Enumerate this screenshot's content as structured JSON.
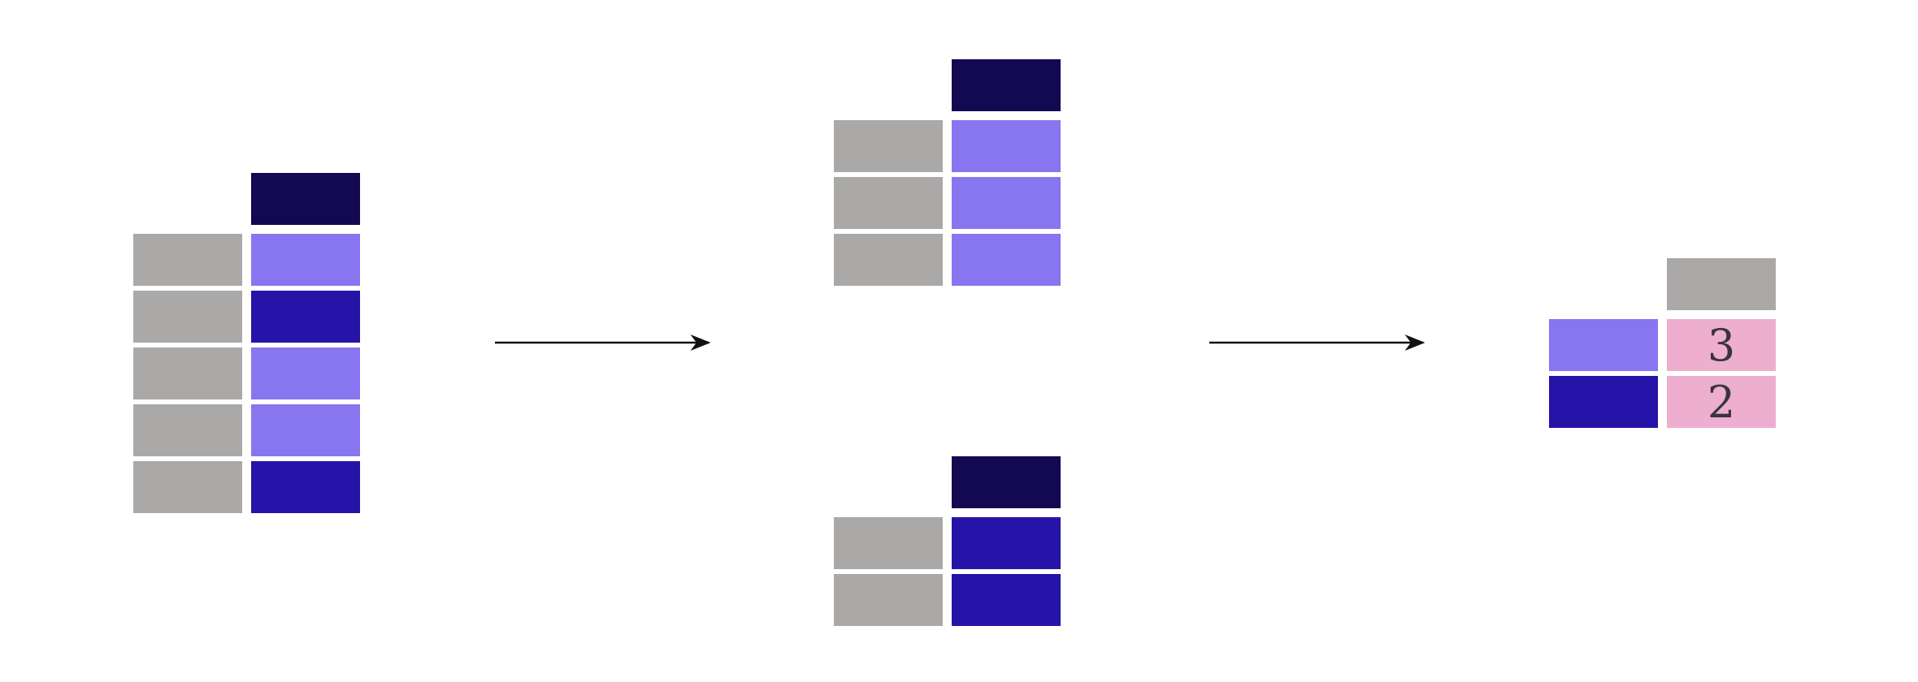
{
  "colors": {
    "header": "#130852",
    "key": "#aaa9a7",
    "value_light": "#8875f0",
    "value_dark": "#2614a8",
    "count": "#edaecf",
    "arrow": "#111111",
    "text": "#3a3340"
  },
  "stages": {
    "input": {
      "rows": [
        "value_light",
        "value_dark",
        "value_light",
        "value_light",
        "value_dark"
      ]
    },
    "split_light": {
      "rows": [
        "value_light",
        "value_light",
        "value_light"
      ]
    },
    "split_dark": {
      "rows": [
        "value_dark",
        "value_dark"
      ]
    },
    "result": {
      "rows": [
        {
          "group": "value_light",
          "count": "3"
        },
        {
          "group": "value_dark",
          "count": "2"
        }
      ]
    }
  },
  "arrows": [
    "split-arrow",
    "combine-arrow"
  ]
}
